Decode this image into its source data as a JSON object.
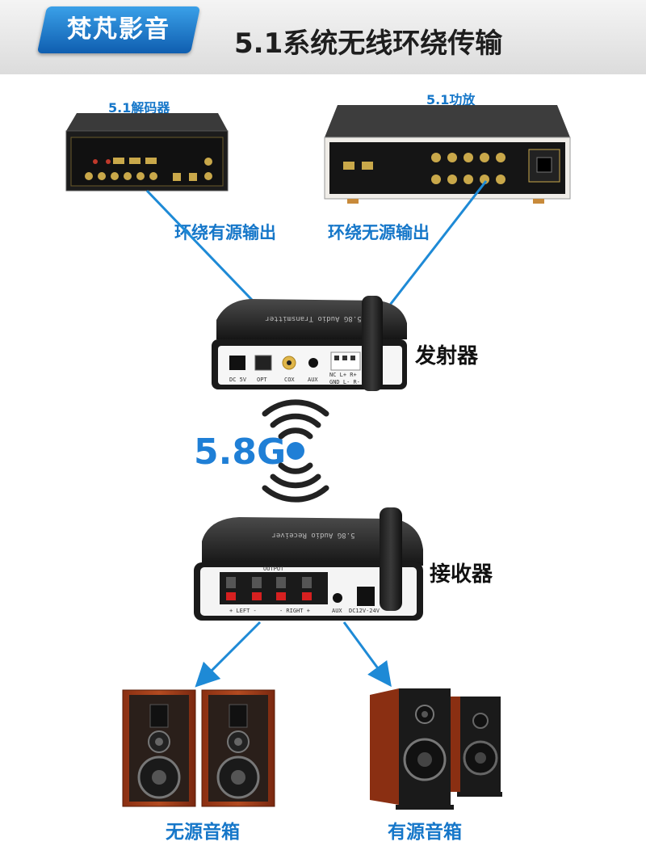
{
  "header": {
    "brand": "梵芃影音",
    "title": "5.1系统无线环绕传输"
  },
  "devices": {
    "decoder_label": "5.1解码器",
    "amplifier_label": "5.1功放",
    "transmitter_label": "发射器",
    "receiver_label": "接收器"
  },
  "routes": {
    "active_out": "环绕有源输出",
    "passive_out": "环绕无源输出"
  },
  "wireless": {
    "frequency": "5.8G"
  },
  "transmitter_ports": [
    "DC 5V",
    "OPT",
    "COX",
    "AUX",
    "NC L+ R+",
    "GND L- R-"
  ],
  "transmitter_top_text": "5.8G Audio Transmitter",
  "receiver_ports": [
    "OUTPUT",
    "+ LEFT -",
    "- RIGHT +",
    "AUX",
    "DC12V-24V"
  ],
  "receiver_top_text": "5.8G Audio Receiver",
  "speakers": {
    "passive": "无源音箱",
    "active": "有源音箱"
  },
  "colors": {
    "accent": "#1677c9",
    "arrow": "#1e8ad6",
    "brand_badge": "#1566bb"
  }
}
